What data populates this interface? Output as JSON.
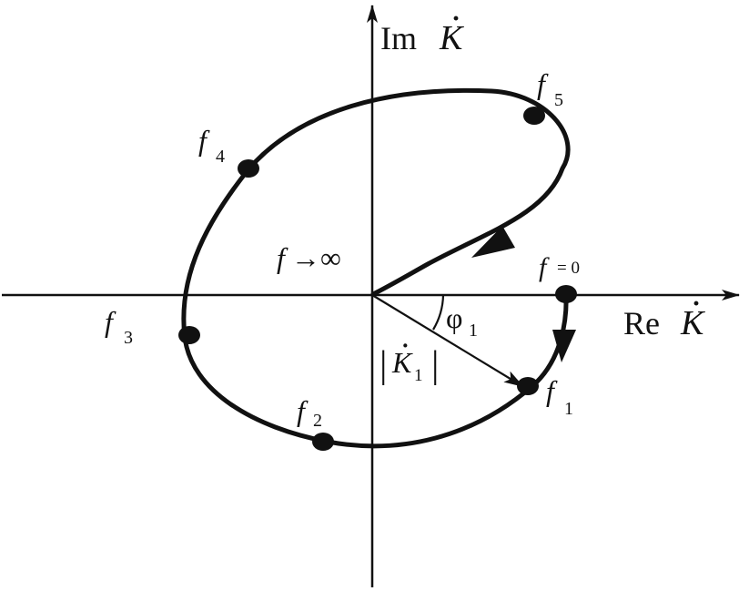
{
  "axes": {
    "im_label": "Im",
    "re_label": "Re",
    "k_symbol": "K",
    "dot_accent": "·"
  },
  "points": [
    {
      "id": "f0",
      "symbol": "f",
      "suffix": "= 0"
    },
    {
      "id": "f1",
      "symbol": "f",
      "suffix": "1"
    },
    {
      "id": "f2",
      "symbol": "f",
      "suffix": "2"
    },
    {
      "id": "f3",
      "symbol": "f",
      "suffix": "3"
    },
    {
      "id": "f4",
      "symbol": "f",
      "suffix": "4"
    },
    {
      "id": "f5",
      "symbol": "f",
      "suffix": "5"
    },
    {
      "id": "finf",
      "symbol": "f",
      "suffix": "→∞"
    }
  ],
  "annotations": {
    "phase_symbol": "φ",
    "phase_index": "1",
    "magnitude_bar": "|",
    "magnitude_symbol": "K",
    "magnitude_index": "1"
  },
  "colors": {
    "ink": "#111111",
    "background": "#ffffff"
  }
}
